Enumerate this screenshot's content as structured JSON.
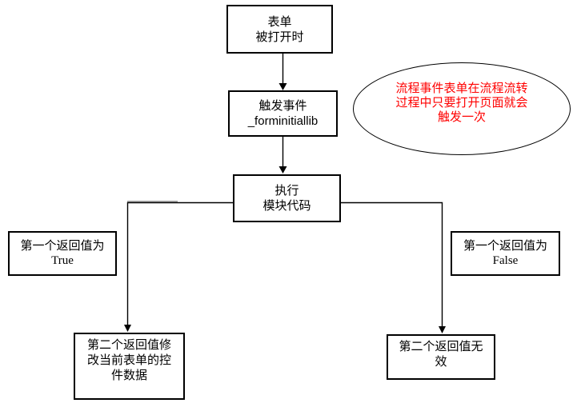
{
  "diagram": {
    "type": "flowchart",
    "nodes": {
      "form_opened": {
        "line1": "表单",
        "line2": "被打开时"
      },
      "trigger_event": {
        "line1": "触发事件",
        "line2": "_forminitiallib"
      },
      "execute": {
        "line1": "执行",
        "line2": "模块代码"
      },
      "true_branch": {
        "line1": "第一个返回值为",
        "line2": "True"
      },
      "false_branch": {
        "line1": "第一个返回值为",
        "line2": "False"
      },
      "modify_result": {
        "line1": "第二个返回值修",
        "line2": "改当前表单的控",
        "line3": "件数据"
      },
      "invalid_result": {
        "line1": "第二个返回值无",
        "line2": "效"
      }
    },
    "annotation": {
      "line1": "流程事件表单在流程流转",
      "line2": "过程中只要打开页面就会",
      "line3": "触发一次",
      "text_color": "#ff0000"
    },
    "colors": {
      "box_border": "#000000",
      "box_text": "#000000",
      "background": "#ffffff",
      "connector": "#000000",
      "connector_gray_segment": "#808080"
    }
  }
}
